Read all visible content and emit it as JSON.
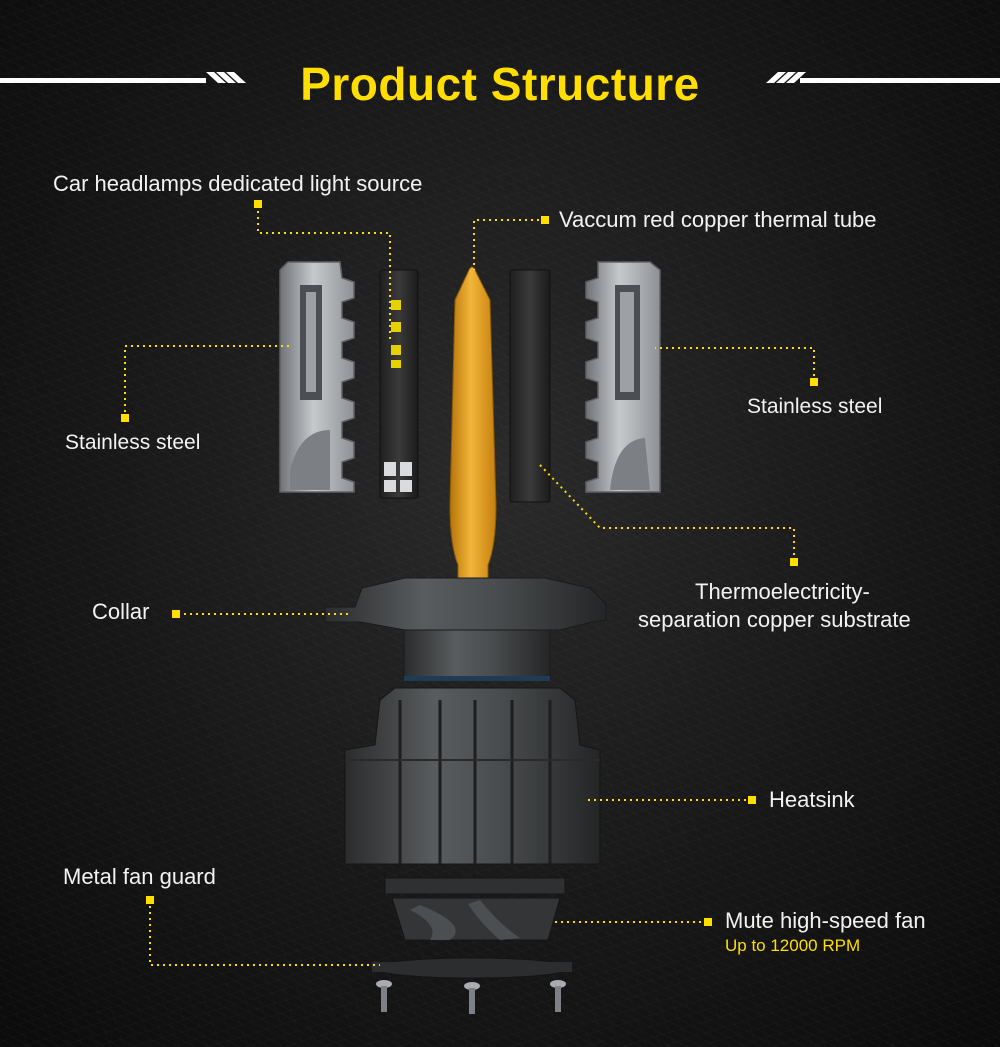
{
  "header": {
    "title": "Product Structure"
  },
  "labels": {
    "light_source": "Car headlamps dedicated light source",
    "thermal_tube": "Vaccum red copper thermal tube",
    "stainless_left": "Stainless steel",
    "stainless_right": "Stainless steel",
    "substrate_line1": "Thermoelectricity-",
    "substrate_line2": "separation copper substrate",
    "collar": "Collar",
    "heatsink": "Heatsink",
    "fan_guard": "Metal fan guard",
    "fan": "Mute high-speed fan",
    "fan_rpm": "Up to 12000 RPM"
  },
  "colors": {
    "accent_yellow": "#ffde00",
    "tube_orange": "#e5a020",
    "steel_gray": "#a9adb2",
    "body_dark": "#3b3d3e",
    "leader_line": "#ffde00"
  },
  "icons": [
    "bulb-assembly-illustration",
    "header-stripes"
  ]
}
